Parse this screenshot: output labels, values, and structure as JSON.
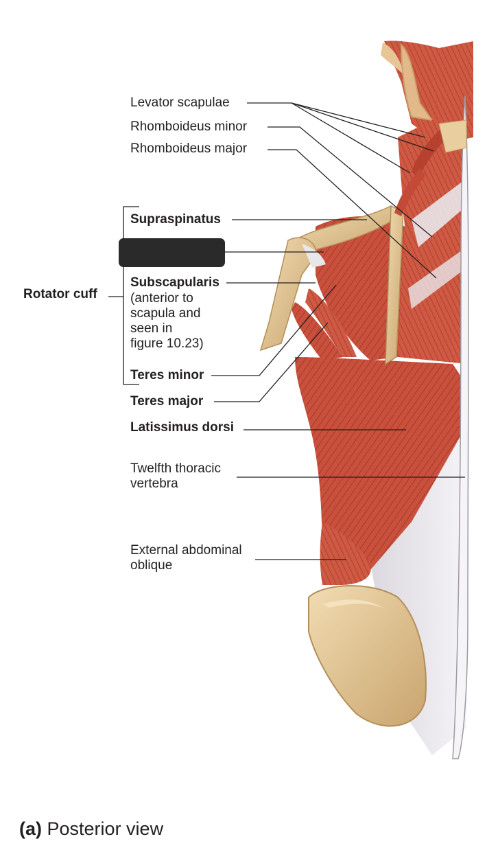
{
  "labels": {
    "levator_scapulae": "Levator scapulae",
    "rhomboideus_minor": "Rhomboideus minor",
    "rhomboideus_major": "Rhomboideus major",
    "supraspinatus": "Supraspinatus",
    "rotator_cuff": "Rotator cuff",
    "subscapularis": "Subscapularis",
    "subscapularis_note": [
      "(anterior to",
      "scapula and",
      "seen in",
      "figure 10.23)"
    ],
    "teres_minor": "Teres minor",
    "teres_major": "Teres major",
    "latissimus_dorsi": "Latissimus dorsi",
    "twelfth_thoracic": [
      "Twelfth thoracic",
      "vertebra"
    ],
    "external_oblique": [
      "External abdominal",
      "oblique"
    ]
  },
  "caption": {
    "part": "(a)",
    "text": "Posterior view"
  },
  "colors": {
    "muscle": "#c8503c",
    "muscle_dark": "#9e3527",
    "tendon": "#e9e6ea",
    "bone": "#e9cfa0",
    "bone_shade": "#c9a46e",
    "leader_line": "#231f20",
    "redaction": "#2a2a2a"
  }
}
